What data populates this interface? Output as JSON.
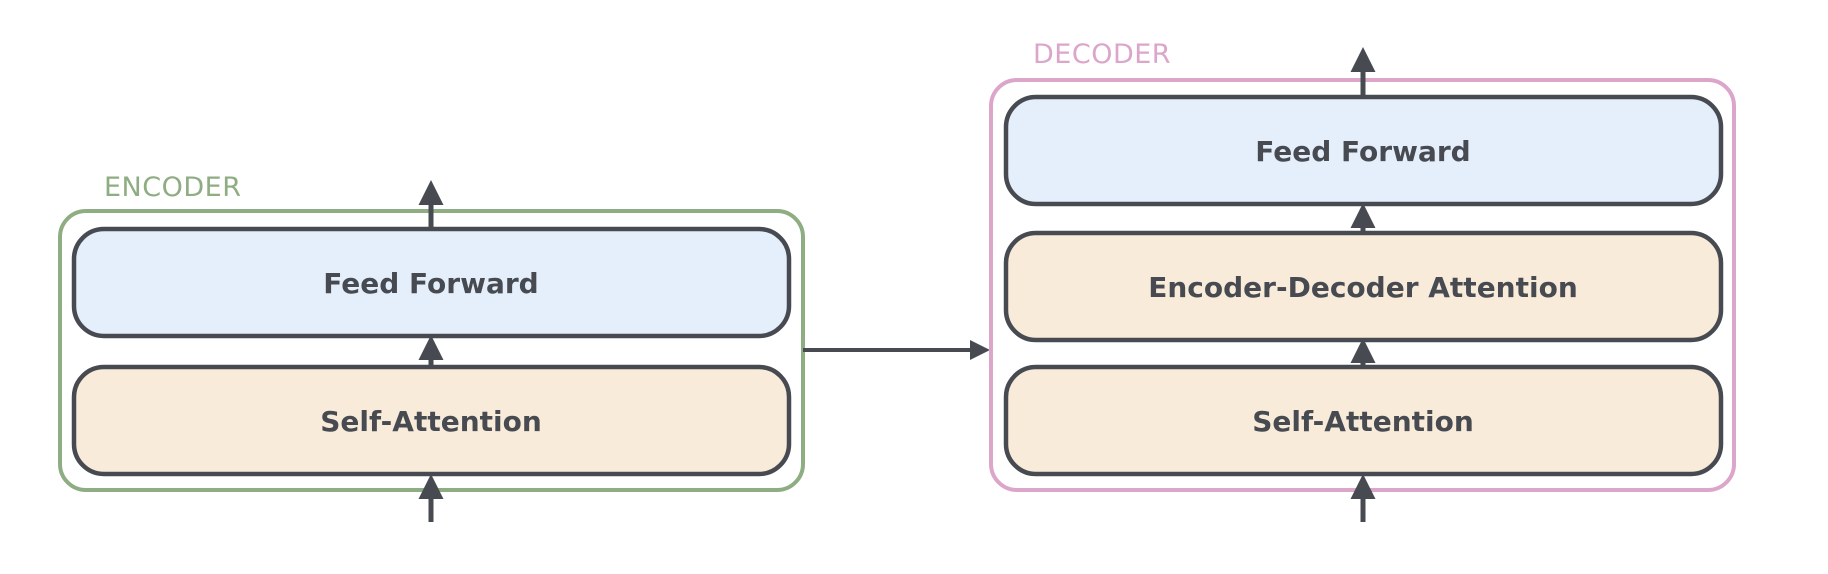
{
  "colors": {
    "encoder": "#8fad83",
    "decoder": "#dca5ca",
    "feed_forward_fill": "#e5effb",
    "attention_fill": "#f8ebda",
    "block_stroke": "#474b51",
    "arrow": "#474b51",
    "text": "#474b51"
  },
  "encoder": {
    "title": "ENCODER",
    "feed_forward_label": "Feed Forward",
    "self_attention_label": "Self-Attention"
  },
  "decoder": {
    "title": "DECODER",
    "feed_forward_label": "Feed Forward",
    "enc_dec_attention_label": "Encoder-Decoder Attention",
    "self_attention_label": "Self-Attention"
  }
}
